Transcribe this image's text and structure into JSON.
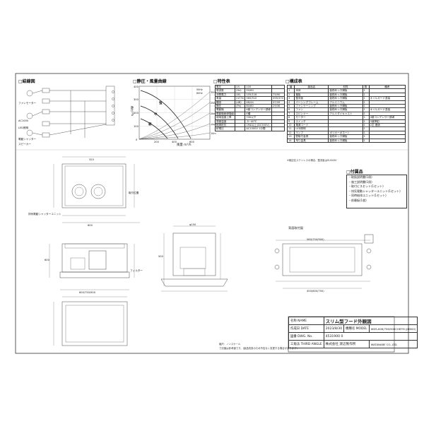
{
  "sections": {
    "wiring": "□結線図",
    "pressure": "□静圧・風量曲線",
    "characteristics": "□特性表",
    "composition": "□構成表",
    "accessories": "□付属品"
  },
  "wiring_labels": [
    "ファンモーター",
    "AC100V",
    "LED照明",
    "電動シャッター",
    "スピーカー"
  ],
  "chart": {
    "y_axis_label": "静圧 Pa",
    "x_axis_label": "風量 m³/h",
    "y_ticks": [
      "400",
      "300",
      "200",
      "100",
      "0"
    ],
    "x_ticks": [
      "200",
      "400",
      "600"
    ],
    "right_ticks": [
      "30m",
      "25m",
      "20m",
      "15m",
      "10m"
    ],
    "curve_labels": [
      "強",
      "中",
      "弱"
    ],
    "freq_labels": [
      "50Hz",
      "60Hz"
    ]
  },
  "spec_table": {
    "rows": [
      [
        "電圧",
        "(V)",
        "100",
        ""
      ],
      [
        "周波数",
        "(Hz)",
        "50/60",
        ""
      ],
      [
        "消費電力",
        "(W)",
        "105/116",
        "75/90"
      ],
      [
        "風量",
        "(m³/h)",
        "585/510",
        "395/370"
      ],
      [
        "騒音",
        "(dB)",
        "48/44",
        "37/39"
      ],
      [
        "静圧",
        "(Pa)",
        "80/80",
        "29/36"
      ],
      [
        "電動機",
        "",
        "4極コンデンサー誘導",
        ""
      ],
      [
        "電動機絶縁階級",
        "",
        "E種",
        ""
      ],
      [
        "使用温度上昇",
        "",
        "70K以下",
        ""
      ],
      [
        "周囲温度",
        "",
        "-5~40℃",
        ""
      ],
      [
        "絶縁抵抗",
        "",
        "1MΩ以上(DC500V)",
        ""
      ],
      [
        "耐電圧",
        "",
        "AC1000V 1分間",
        ""
      ]
    ]
  },
  "parts_table": {
    "headers": [
      "番",
      "部品名",
      "材質",
      "数",
      "備考"
    ],
    "rows": [
      [
        "1",
        "本体",
        "亜鉛めっき鋼板",
        "1",
        ""
      ],
      [
        "2",
        "幕板",
        "亜鉛めっき鋼板",
        "1",
        ""
      ],
      [
        "3",
        "整流板",
        "亜鉛めっき鋼板",
        "1",
        "オイルガード塗装"
      ],
      [
        "4",
        "パーシングフレーム",
        "アルミニウム",
        "1",
        ""
      ],
      [
        "5",
        "ファンケーシング",
        "亜鉛めっき鋼板",
        "1",
        ""
      ],
      [
        "6",
        "ファン",
        "亜鉛めっき鋼板",
        "1",
        "オイルガード塗装"
      ],
      [
        "7",
        "スピンナー",
        "アルミダイキャスト",
        "1",
        ""
      ],
      [
        "8",
        "モーター",
        "",
        "1",
        "4極コンデンサー誘導"
      ],
      [
        "9",
        "スイッチ",
        "",
        "1",
        "3速押釦"
      ],
      [
        "10",
        "電源コード",
        "",
        "1",
        "2芯 連続"
      ],
      [
        "11",
        "LED照明",
        "",
        "1",
        ""
      ],
      [
        "12",
        "ランプ",
        "ポリカーボネート",
        "1",
        ""
      ],
      [
        "13",
        "壁取付金具",
        "亜鉛めっき鋼板",
        "1",
        ""
      ],
      [
        "14",
        "吊り金具",
        "亜鉛めっき鋼板",
        "1",
        ""
      ]
    ],
    "footnote": "※無記名ステンレスの場合、整流板はSUS430"
  },
  "accessories": [
    "・取扱説明書(1冊)",
    "・施工説明書(1冊)",
    "・取付ビスセット(1セット)",
    "・排気電動シャッターユニット(1セット)",
    "・同時給排ユニット(1セット)",
    "・前幕板(1枚)"
  ],
  "drawing_labels": {
    "back_view": "背面取付図",
    "shutter": "排気電動シャッターユニット",
    "fixing": "取付位置",
    "filter": "フィルター",
    "width_options": "600/750/900",
    "height_600": "600",
    "depth_600": "600",
    "height_500": "500",
    "vent_150": "φ150",
    "dim_320": "320",
    "dim_560": "560(750/900)",
    "dim_450": "450(600/750)"
  },
  "title_block": {
    "name_label": "名称\nNAME",
    "name_value": "スリム型フード外観図",
    "date_label": "作成日\nDATE",
    "date_value": "2023/8/30",
    "model_label": "機種名\nMODEL",
    "model_value": "WDS-606/756/906CHEFM (JHB00)",
    "drawing_no_label": "図番\nDWG. No.",
    "drawing_no_value": "4531900 0",
    "projection_label": "三角法\nTHIRD ANGLE",
    "company": "株式会社 渡辺製作所",
    "company_en": "WATANABE CO.,LTD."
  },
  "notes": {
    "bottom_note": "寸法値は参考値です。(製品改良のため予告なく変更する場合があります)",
    "ratio_note": "縮尺：ノンスケール"
  }
}
